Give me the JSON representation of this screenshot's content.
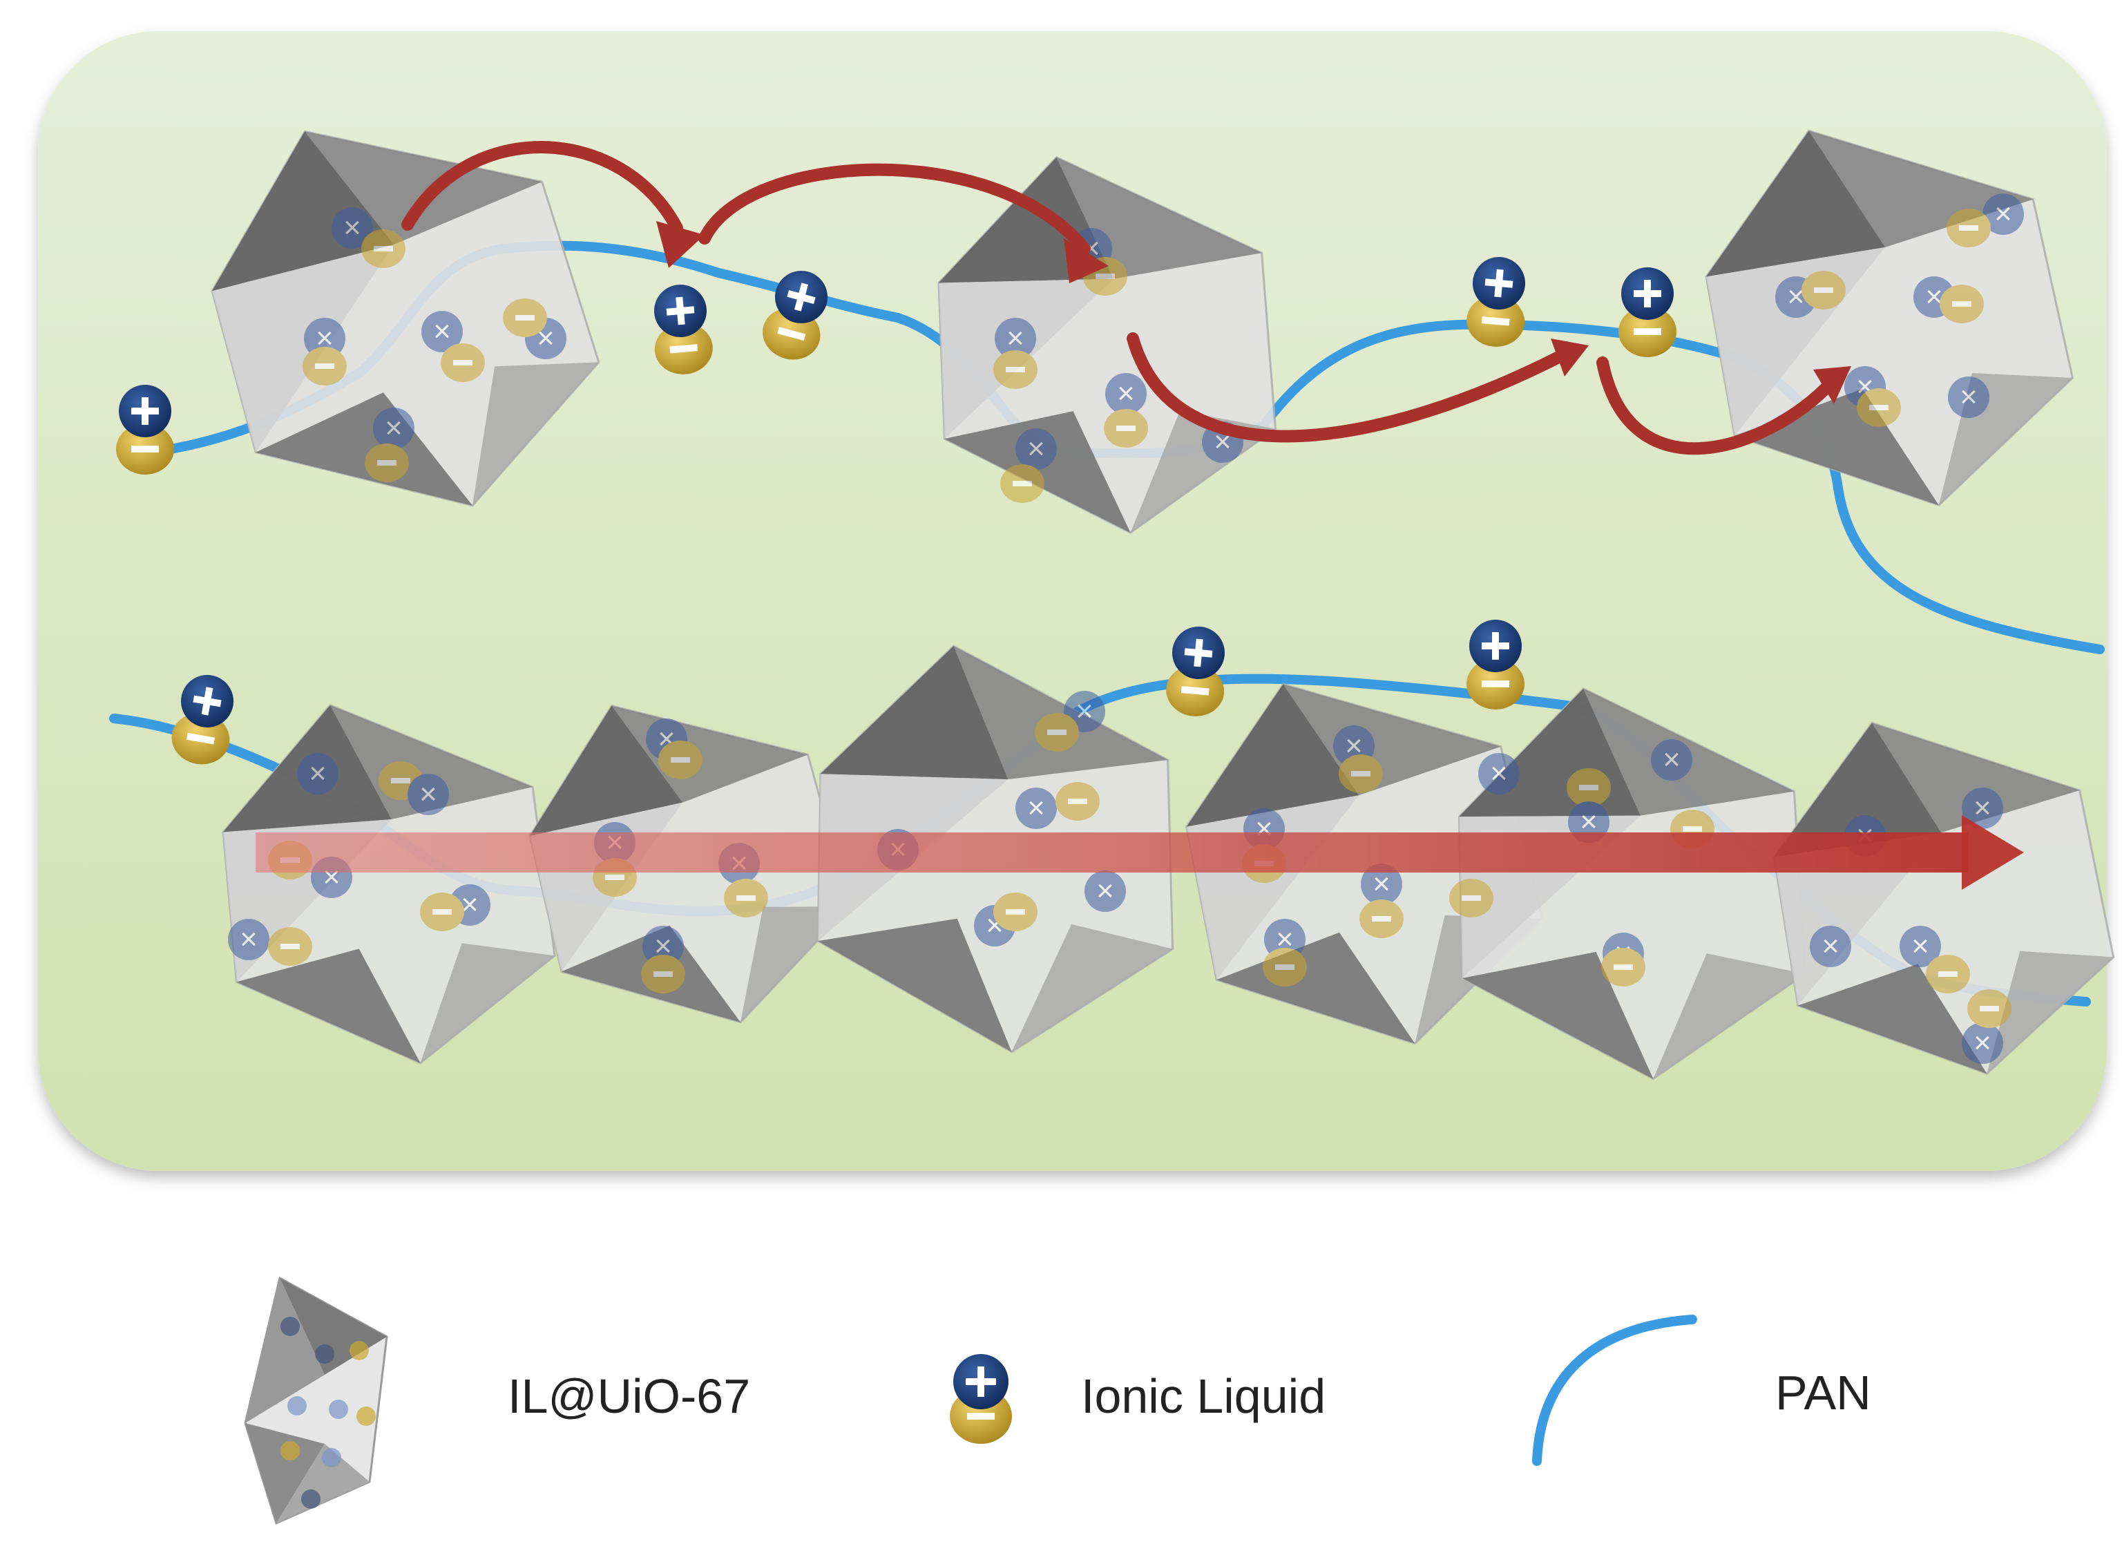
{
  "legend": {
    "items": [
      {
        "label": "IL@UiO-67",
        "icon": "octahedron-icon"
      },
      {
        "label": "Ionic Liquid",
        "icon": "ion-pair-icon"
      },
      {
        "label": "PAN",
        "icon": "polymer-chain-icon"
      }
    ]
  },
  "colors": {
    "panel_top": "#e4ecd5",
    "panel_bottom": "#d3e2b3",
    "pan_chain": "#3a9be0",
    "arrow": "#a8312b",
    "cation": "#1d3f7a",
    "anion": "#c9a630",
    "octahedron_light": "#e3e3e3",
    "octahedron_dark": "#6e6e6e"
  }
}
